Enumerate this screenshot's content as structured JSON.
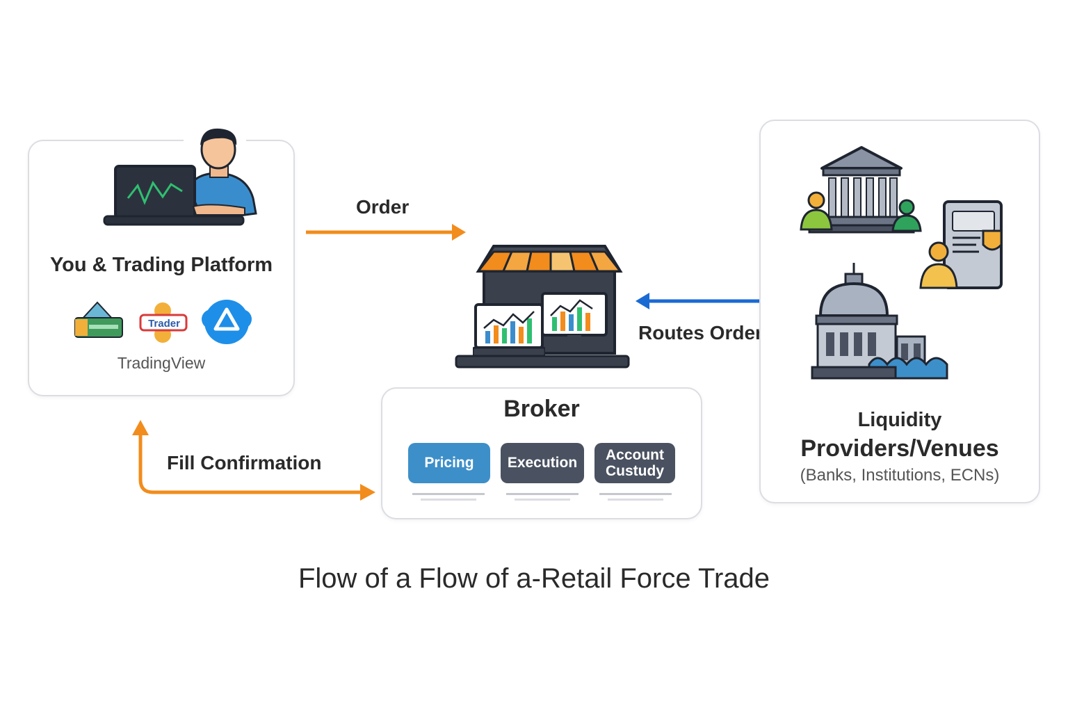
{
  "nodes": {
    "you": {
      "title": "You & Trading Platform",
      "platform_caption": "TradingView",
      "logo_texts": [
        "Trader"
      ],
      "icons": [
        "person-at-laptop-icon",
        "platform-logo-icon",
        "trader-logo-icon",
        "triangle-cloud-logo-icon"
      ]
    },
    "broker": {
      "title": "Broker",
      "services": [
        {
          "label": "Pricing",
          "color": "#3d8fc9"
        },
        {
          "label": "Execution",
          "color": "#4a5261"
        },
        {
          "label": "Account Custudy",
          "color": "#4a5261"
        }
      ],
      "icons": [
        "storefront-icon",
        "laptop-chart-icon",
        "monitor-chart-icon"
      ]
    },
    "liquidity": {
      "title_line1": "Liquidity",
      "title_line2": "Providers/Venues",
      "subtitle": "(Banks, Institutions, ECNs)",
      "icons": [
        "bank-building-icon",
        "institution-document-icon",
        "exchange-building-icon"
      ]
    }
  },
  "edges": {
    "order": {
      "label": "Order",
      "color": "#f28c1c"
    },
    "routes_order": {
      "label": "Routes Order",
      "color": "#1a6ad4"
    },
    "fill_confirmation": {
      "label": "Fill Confirmation",
      "color": "#f28c1c"
    }
  },
  "footer": {
    "title": "Flow of a Flow of a-Retail Force Trade"
  }
}
